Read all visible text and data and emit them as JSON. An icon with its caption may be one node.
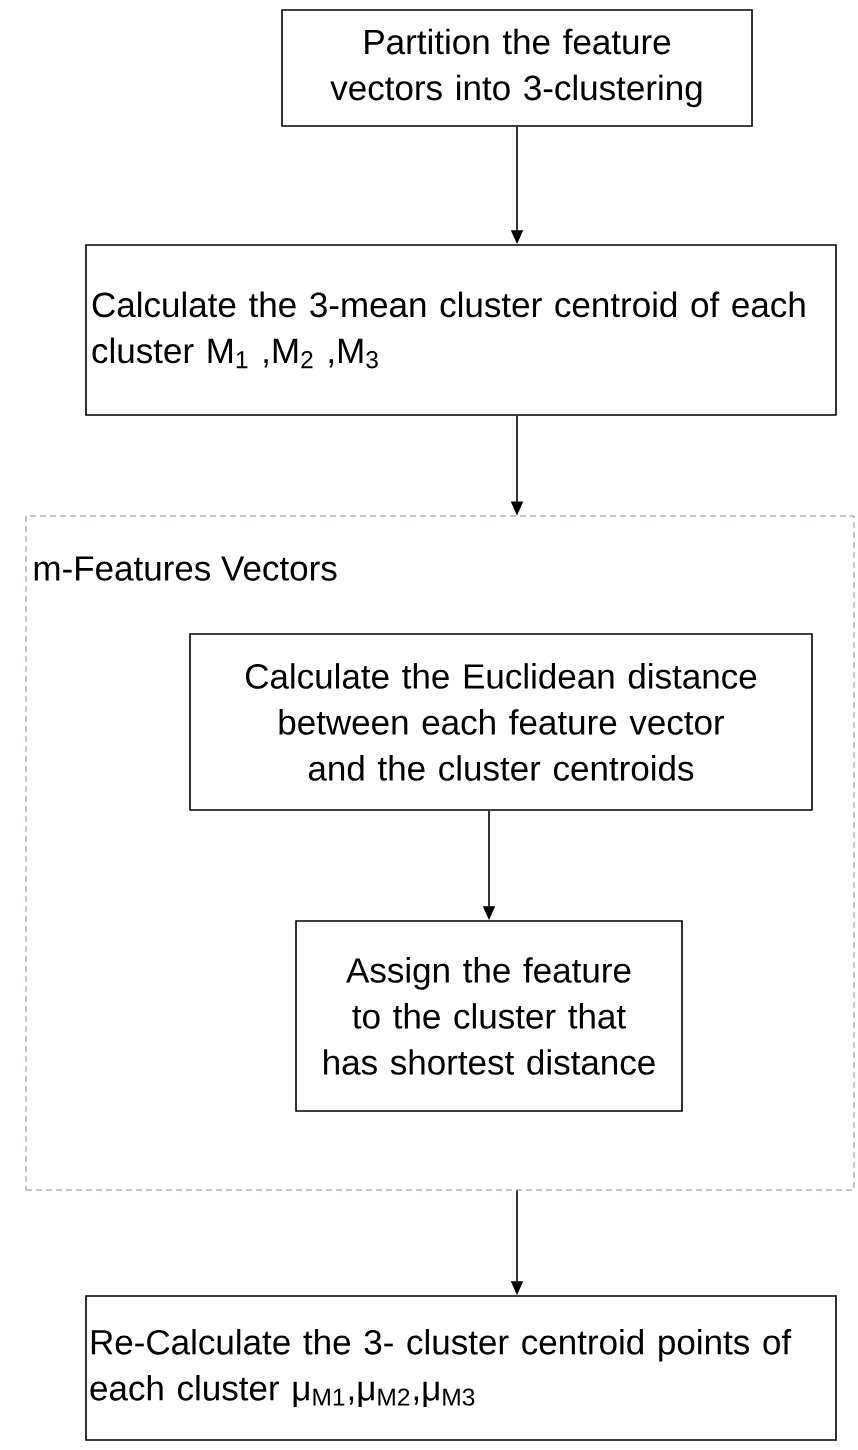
{
  "diagram": {
    "nodes": [
      {
        "text": [
          "Partition the feature vectors into 3-clustering"
        ]
      },
      {
        "text": [
          "Calculate the 3-mean cluster centroid of each cluster M$_{1}$ ,M$_{2}$ ,M$_{3}$"
        ]
      },
      {
        "text": [
          "m-Features Vectors"
        ]
      },
      {
        "text": [
          "Calculate the Euclidean distance between each feature vector and the cluster centroids"
        ],
        "in": 2
      },
      {
        "text": [
          "Assign the feature to the cluster that has shortest distance"
        ],
        "in": 2
      },
      {
        "text": [
          "Re-Calculate the 3- cluster centroid points of each cluster μ$_{M1}$,μ$_{M2}$,μ$_{M3}$"
        ]
      }
    ],
    "edges": [
      {
        "from": 0,
        "to": 1,
        "arrow": "to"
      },
      {
        "from": 1,
        "to": 2,
        "arrow": "to"
      },
      {
        "from": 3,
        "to": 4,
        "arrow": "to"
      },
      {
        "from": 2,
        "to": 5,
        "arrow": "to"
      }
    ]
  }
}
